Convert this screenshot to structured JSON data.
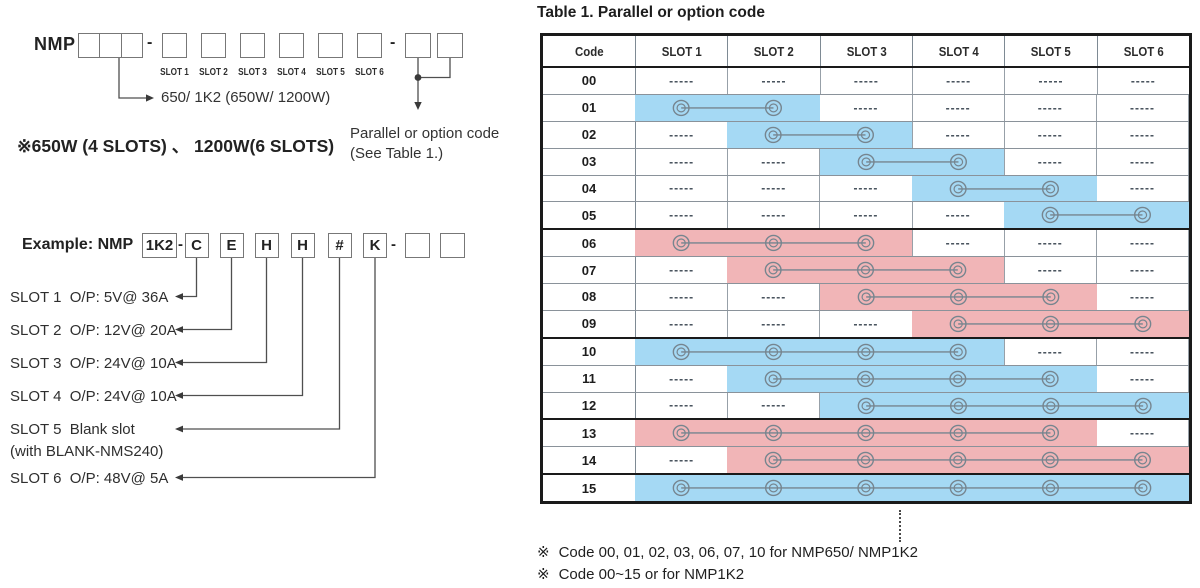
{
  "model_diagram": {
    "prefix": "NMP",
    "dash": "-",
    "slot_labels": [
      "SLOT 1",
      "SLOT 2",
      "SLOT 3",
      "SLOT 4",
      "SLOT 5",
      "SLOT 6"
    ],
    "wattage_note": "650/ 1K2 (650W/ 1200W)",
    "slots_note": "※650W (4 SLOTS) 、 1200W(6 SLOTS)",
    "parallel_note_line1": "Parallel or option code",
    "parallel_note_line2": "(See Table 1.)"
  },
  "example": {
    "label": "Example: NMP",
    "model_code": "1K2",
    "dash": "-",
    "code_letters": [
      "C",
      "E",
      "H",
      "H",
      "#",
      "K"
    ],
    "legend": [
      {
        "line1": "SLOT 1  O/P: 5V@ 36A"
      },
      {
        "line1": "SLOT 2  O/P: 12V@ 20A"
      },
      {
        "line1": "SLOT 3  O/P: 24V@ 10A"
      },
      {
        "line1": "SLOT 4  O/P: 24V@ 10A"
      },
      {
        "line1": "SLOT 5  Blank slot",
        "line2": "(with BLANK-NMS240)"
      },
      {
        "line1": "SLOT 6  O/P: 48V@ 5A"
      }
    ]
  },
  "table": {
    "title": "Table 1. Parallel or option code",
    "headers": [
      "Code",
      "SLOT 1",
      "SLOT 2",
      "SLOT 3",
      "SLOT 4",
      "SLOT 5",
      "SLOT 6"
    ],
    "empty_cell": "-----",
    "colors": {
      "blue": "#a5d9f4",
      "pink": "#f1b5b7"
    },
    "rows": [
      {
        "code": "00",
        "span": null
      },
      {
        "code": "01",
        "span": {
          "start": 1,
          "end": 2,
          "color": "blue"
        }
      },
      {
        "code": "02",
        "span": {
          "start": 2,
          "end": 3,
          "color": "blue"
        }
      },
      {
        "code": "03",
        "span": {
          "start": 3,
          "end": 4,
          "color": "blue"
        }
      },
      {
        "code": "04",
        "span": {
          "start": 4,
          "end": 5,
          "color": "blue"
        }
      },
      {
        "code": "05",
        "span": {
          "start": 5,
          "end": 6,
          "color": "blue"
        }
      },
      {
        "code": "06",
        "span": {
          "start": 1,
          "end": 3,
          "color": "pink"
        }
      },
      {
        "code": "07",
        "span": {
          "start": 2,
          "end": 4,
          "color": "pink"
        }
      },
      {
        "code": "08",
        "span": {
          "start": 3,
          "end": 5,
          "color": "pink"
        }
      },
      {
        "code": "09",
        "span": {
          "start": 4,
          "end": 6,
          "color": "pink"
        }
      },
      {
        "code": "10",
        "span": {
          "start": 1,
          "end": 4,
          "color": "blue"
        }
      },
      {
        "code": "11",
        "span": {
          "start": 2,
          "end": 5,
          "color": "blue"
        }
      },
      {
        "code": "12",
        "span": {
          "start": 3,
          "end": 6,
          "color": "blue"
        }
      },
      {
        "code": "13",
        "span": {
          "start": 1,
          "end": 5,
          "color": "pink"
        }
      },
      {
        "code": "14",
        "span": {
          "start": 2,
          "end": 6,
          "color": "pink"
        }
      },
      {
        "code": "15",
        "span": {
          "start": 1,
          "end": 6,
          "color": "blue"
        }
      }
    ],
    "group_start_codes": [
      "06",
      "10",
      "13",
      "15"
    ],
    "notes": [
      {
        "marker": "※",
        "text": "Code 00, 01, 02, 03, 06, 07, 10 for NMP650/ NMP1K2"
      },
      {
        "marker": "※",
        "text": "Code 00~15 or for NMP1K2"
      }
    ]
  }
}
